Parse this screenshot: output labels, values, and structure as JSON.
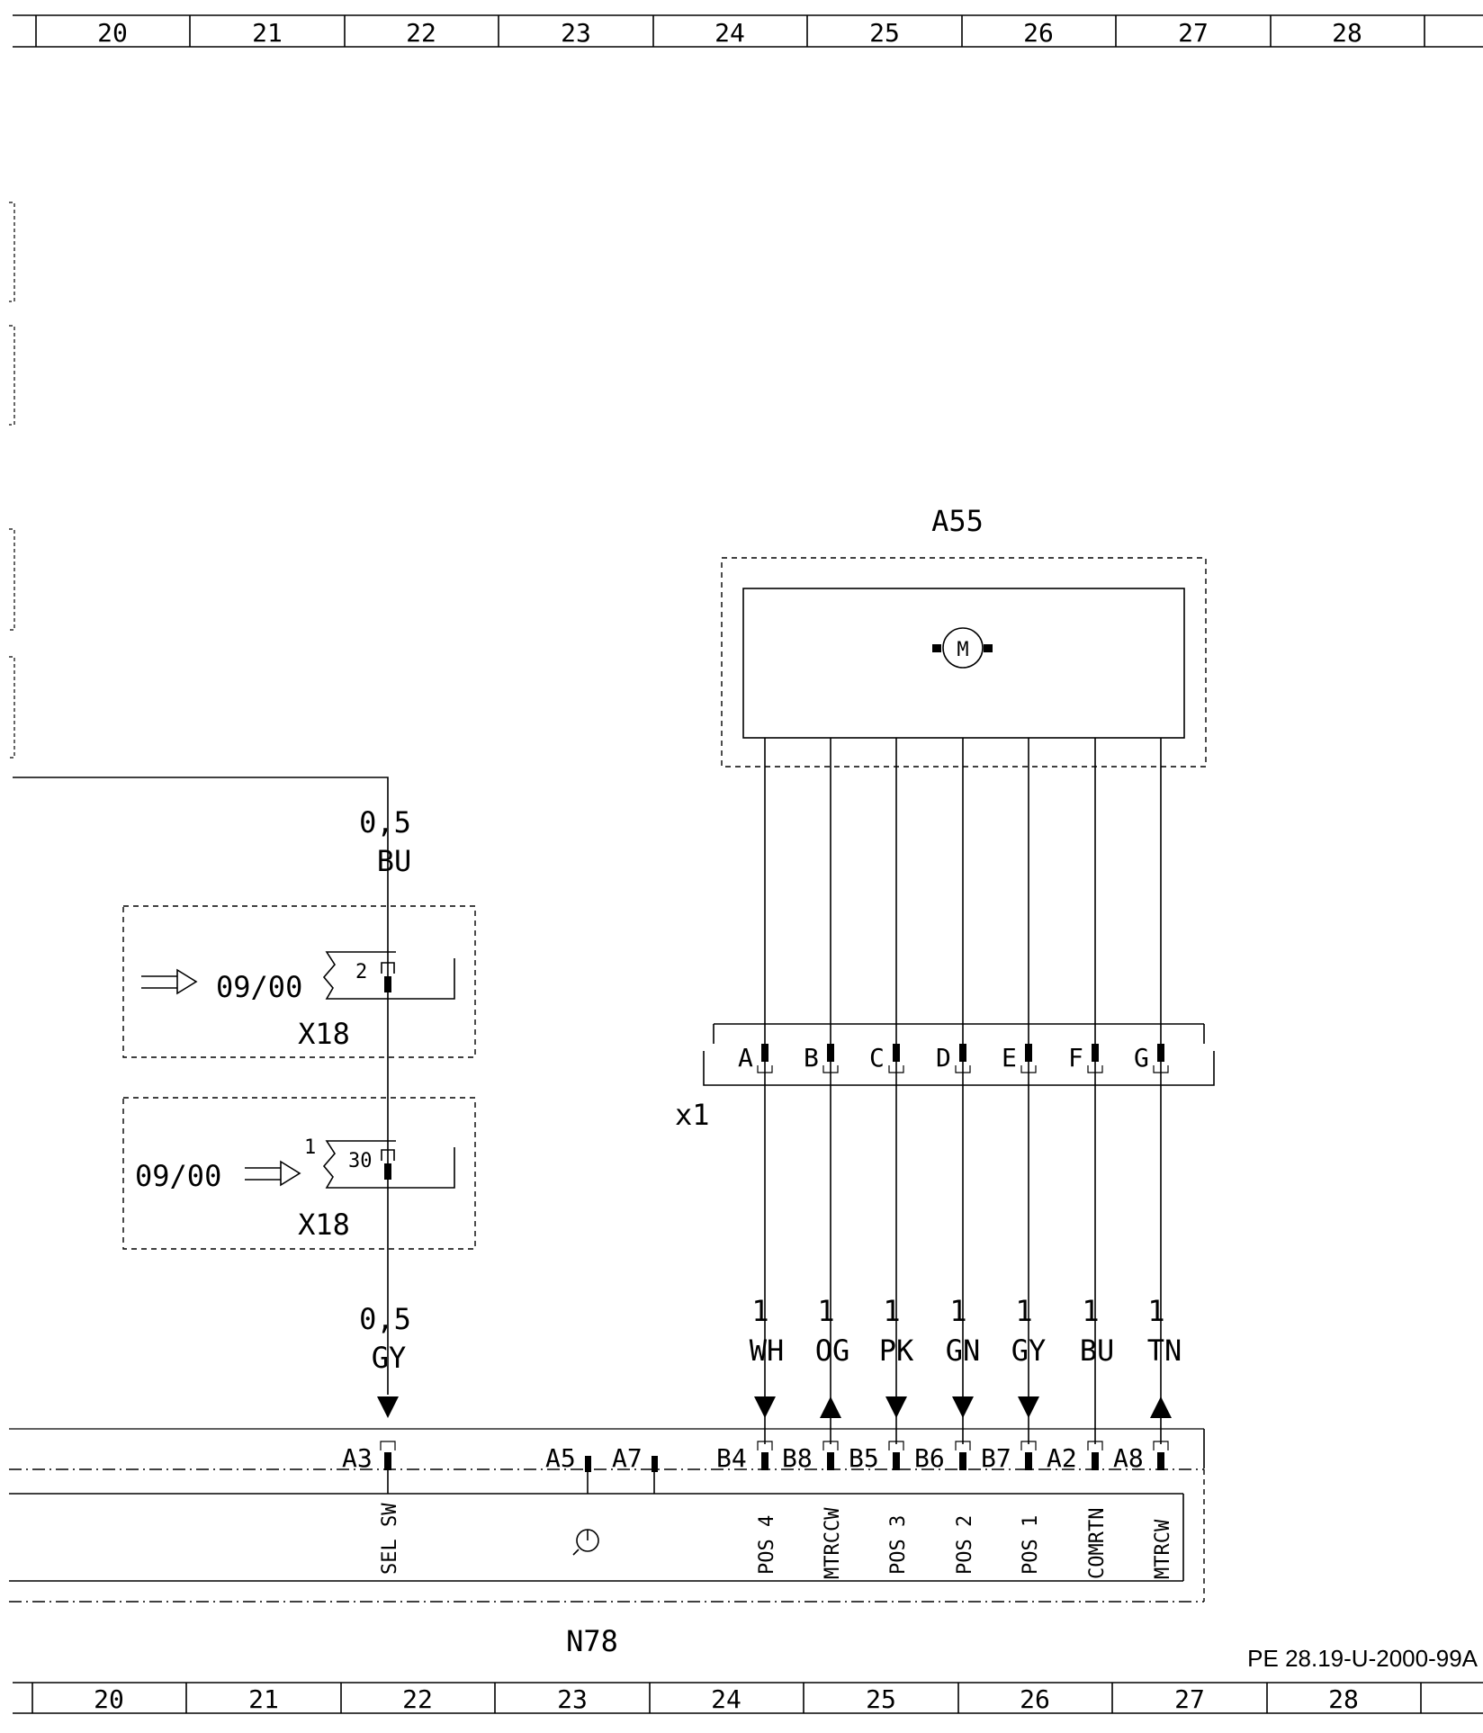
{
  "grid_columns": [
    "20",
    "21",
    "22",
    "23",
    "24",
    "25",
    "26",
    "27",
    "28"
  ],
  "reference_code": "PE 28.19-U-2000-99A",
  "components": {
    "motor": {
      "label": "A55",
      "symbol": "M"
    },
    "connector_x1": {
      "label": "x1",
      "pins": [
        "A",
        "B",
        "C",
        "D",
        "E",
        "F",
        "G"
      ]
    },
    "control_unit": {
      "label": "N78"
    },
    "connector_x18_upper": {
      "label": "X18",
      "pin": "2",
      "note": "09/00"
    },
    "connector_x18_lower": {
      "label": "X18",
      "pin": "30",
      "side_pin": "1",
      "note": "09/00"
    }
  },
  "left_wire": {
    "upper_size": "0,5",
    "upper_color": "BU",
    "lower_size": "0,5",
    "lower_color": "GY"
  },
  "wires": [
    {
      "size": "1",
      "color": "WH",
      "pin": "B4",
      "signal": "POS 4",
      "x1_pin": "A",
      "arrow": "down"
    },
    {
      "size": "1",
      "color": "OG",
      "pin": "B8",
      "signal": "MTRCCW",
      "x1_pin": "B",
      "arrow": "up"
    },
    {
      "size": "1",
      "color": "PK",
      "pin": "B5",
      "signal": "POS 3",
      "x1_pin": "C",
      "arrow": "down"
    },
    {
      "size": "1",
      "color": "GN",
      "pin": "B6",
      "signal": "POS 2",
      "x1_pin": "D",
      "arrow": "down"
    },
    {
      "size": "1",
      "color": "GY",
      "pin": "B7",
      "signal": "POS 1",
      "x1_pin": "E",
      "arrow": "down"
    },
    {
      "size": "1",
      "color": "BU",
      "pin": "A2",
      "signal": "COMRTN",
      "x1_pin": "F",
      "arrow": "none"
    },
    {
      "size": "1",
      "color": "TN",
      "pin": "A8",
      "signal": "MTRCW",
      "x1_pin": "G",
      "arrow": "up"
    }
  ],
  "n78_pins": {
    "sel_pin": "A3",
    "sel_signal": "SEL SW",
    "extra_pins": [
      "A5",
      "A7"
    ]
  }
}
